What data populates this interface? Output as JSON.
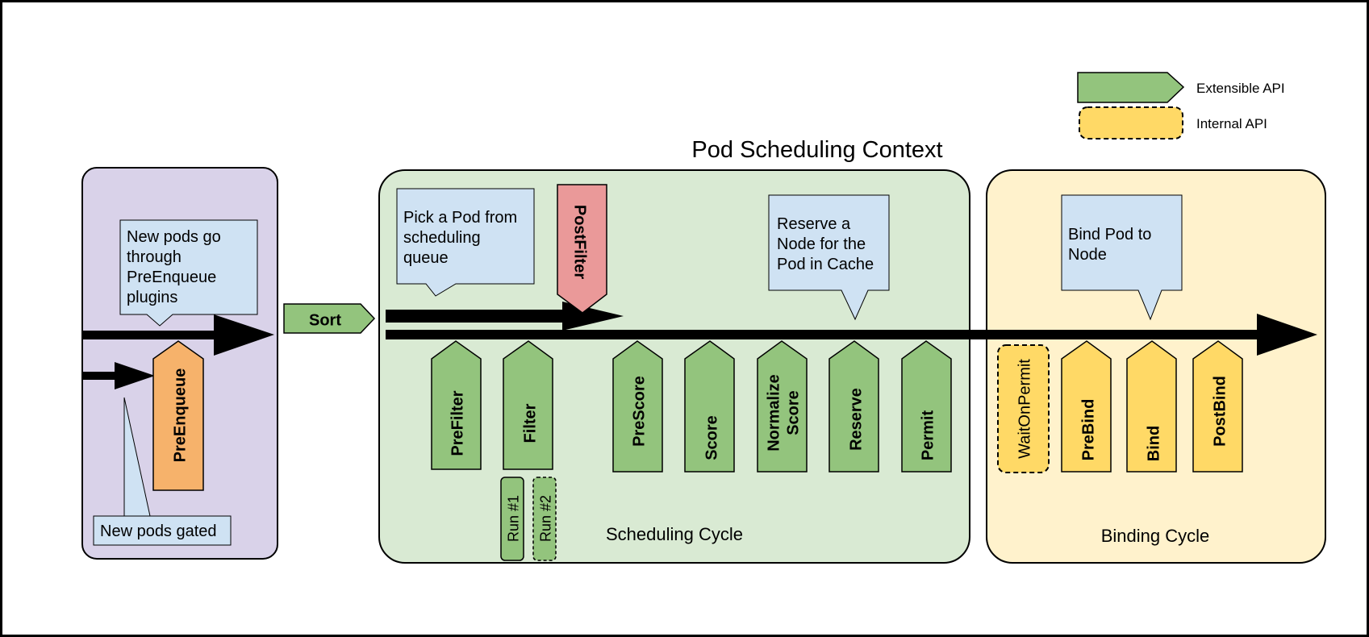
{
  "title": "Pod Scheduling Context",
  "legend": [
    {
      "label": "Extensible API",
      "color": "#93c47d"
    },
    {
      "label": "Internal API",
      "color": "#ffd966"
    }
  ],
  "cycles": {
    "scheduling": "Scheduling Cycle",
    "binding": "Binding Cycle"
  },
  "callouts": {
    "preenqueue": [
      "New pods go",
      "through",
      "PreEnqueue",
      "plugins"
    ],
    "gated": [
      "New pods gated"
    ],
    "queue": [
      "Pick a Pod from",
      "scheduling",
      "queue"
    ],
    "reserve": [
      "Reserve a",
      "Node for the",
      "Pod in Cache"
    ],
    "bind": [
      "Bind Pod to",
      "Node"
    ]
  },
  "plugins": {
    "preenqueue": [
      "PreEnqueue"
    ],
    "sort": [
      "Sort"
    ],
    "postfilter": [
      "PostFilter"
    ],
    "prefilter": [
      "PreFilter"
    ],
    "filter": [
      "Filter"
    ],
    "prescore": [
      "PreScore"
    ],
    "score": [
      "Score"
    ],
    "normalize": [
      "Normalize",
      "Score"
    ],
    "reserve": [
      "Reserve"
    ],
    "permit": [
      "Permit"
    ],
    "waitonpermit": [
      "WaitOnPermit"
    ],
    "prebind": [
      "PreBind"
    ],
    "bind": [
      "Bind"
    ],
    "postbind": [
      "PostBind"
    ]
  },
  "runs": [
    "Run #1",
    "Run #2"
  ],
  "colors": {
    "extensible": "#93c47d",
    "internal": "#ffd966",
    "preenqueue": "#f6b26b",
    "postfilter": "#ea9999",
    "callout": "#cfe2f3",
    "queuePanel": "#d9d2e9",
    "schedulingPanel": "#d9ead3",
    "bindingPanel": "#fff2cc"
  }
}
